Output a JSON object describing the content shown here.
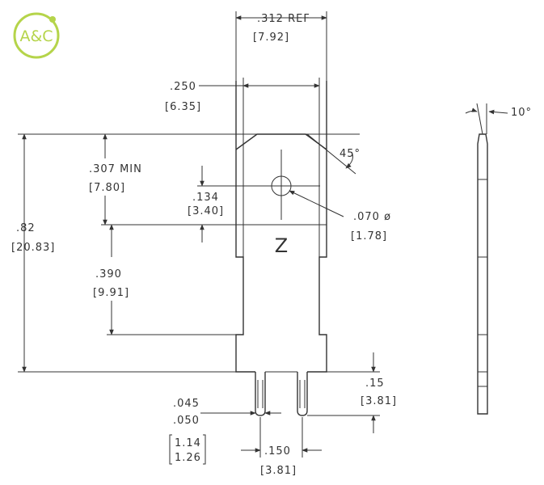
{
  "logo": {
    "text": "A&C",
    "color": "#b5d44a"
  },
  "dims": {
    "width_ref": {
      "inch": ".312  REF",
      "mm": "[7.92]"
    },
    "body_width": {
      "inch": ".250",
      "mm": "[6.35]"
    },
    "hole_depth": {
      "inch": ".307  MIN",
      "mm": "[7.80]"
    },
    "hole_offset": {
      "inch": ".134",
      "mm": "[3.40]"
    },
    "overall_height": {
      "inch": ".82",
      "mm": "[20.83]"
    },
    "mid_height": {
      "inch": ".390",
      "mm": "[9.91]"
    },
    "hole_diameter": {
      "inch": ".070  ø",
      "mm": "[1.78]"
    },
    "pin_length": {
      "inch": ".15",
      "mm": "[3.81]"
    },
    "pin_width": {
      "inch1": ".045",
      "inch2": ".050",
      "mm1": "1.14",
      "mm2": "1.26"
    },
    "pin_pitch": {
      "inch": ".150",
      "mm": "[3.81]"
    },
    "chamfer_angle": "45°",
    "side_angle": "10°"
  },
  "part_marking": "Z"
}
